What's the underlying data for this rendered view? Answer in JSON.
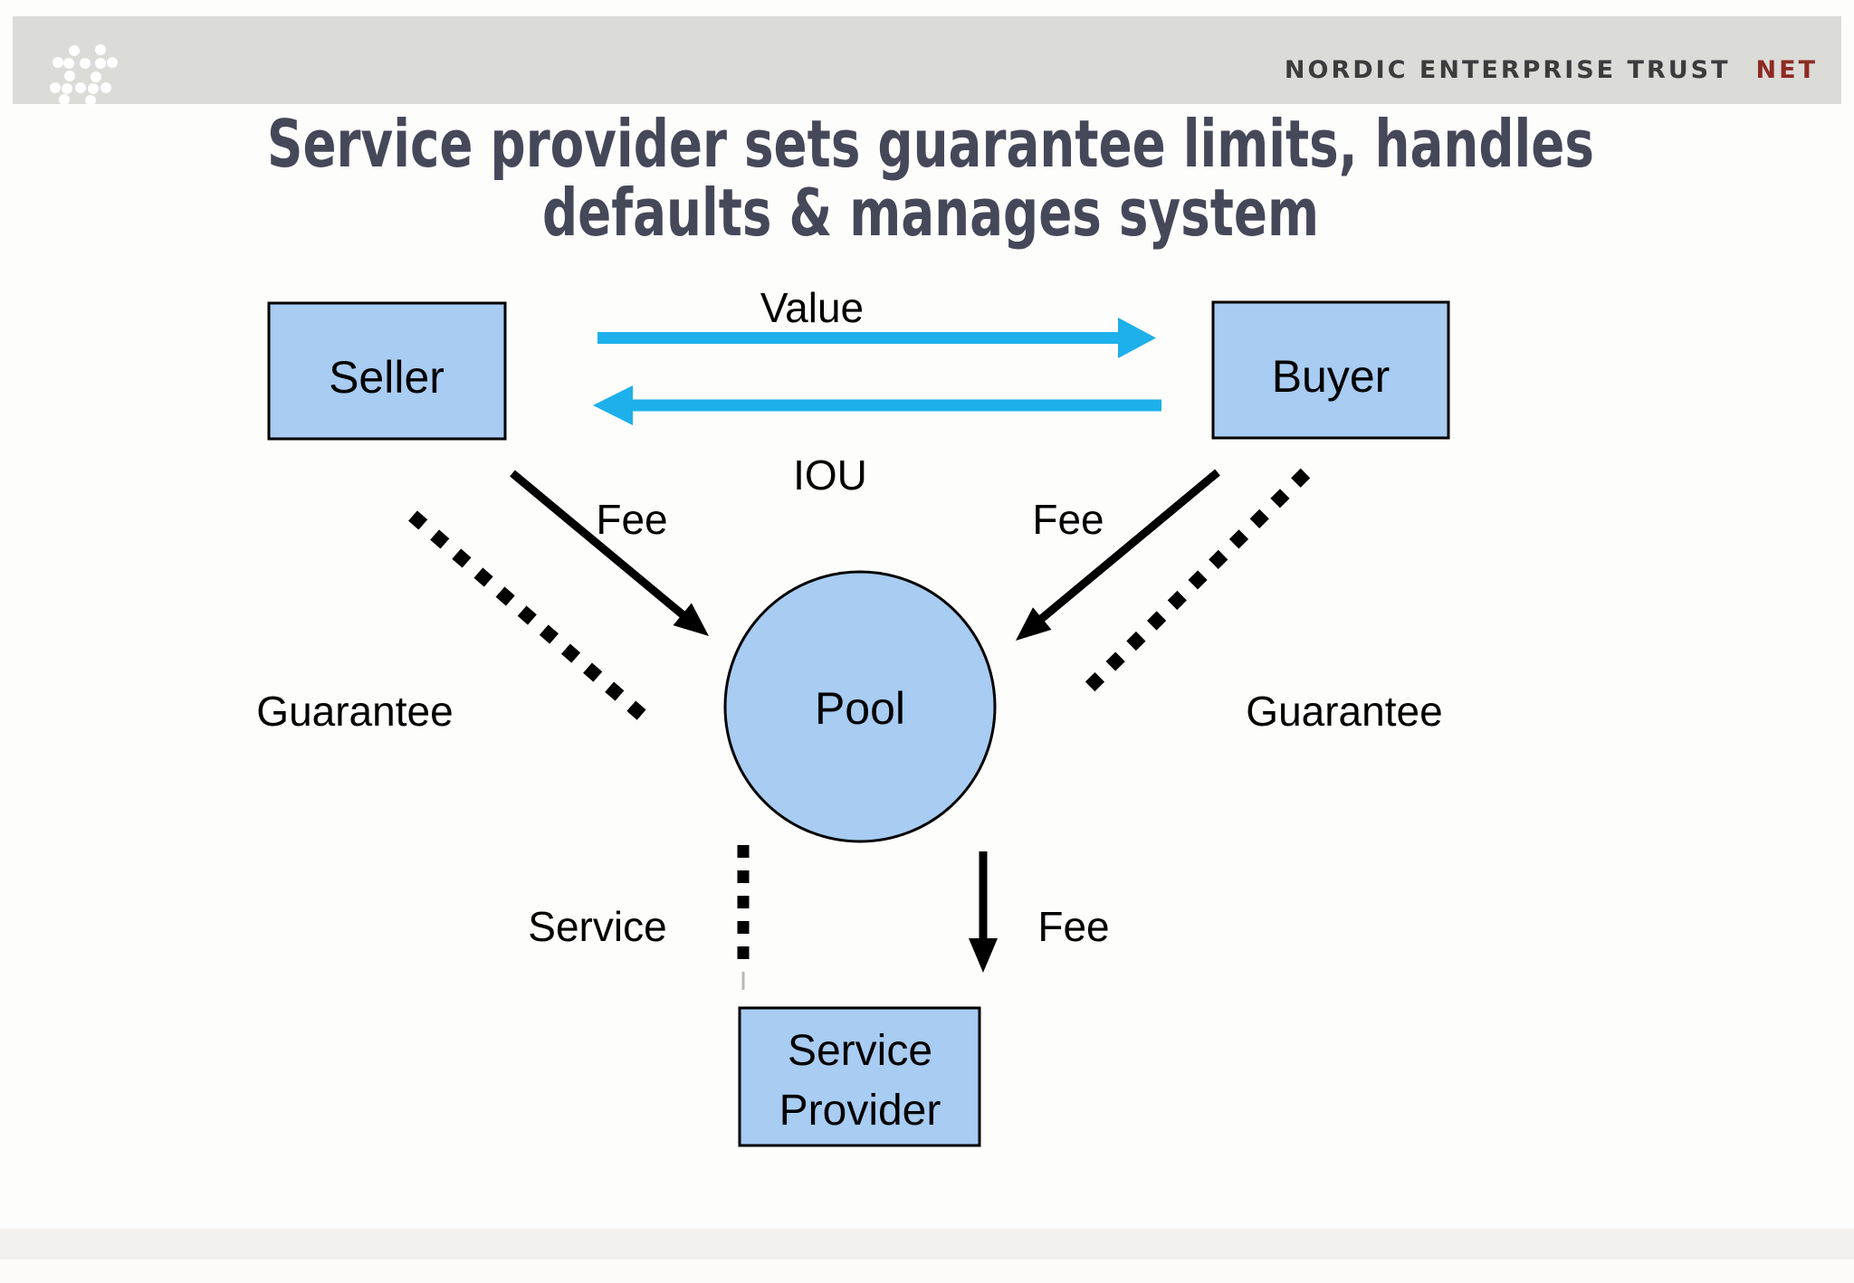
{
  "header": {
    "brand": "NORDIC ENTERPRISE TRUST",
    "brand_suffix": "NET"
  },
  "title": {
    "line1": "Service provider sets guarantee limits, handles",
    "line2": "defaults & manages system"
  },
  "diagram": {
    "nodes": {
      "seller": "Seller",
      "buyer": "Buyer",
      "pool": "Pool",
      "service_provider_line1": "Service",
      "service_provider_line2": "Provider"
    },
    "labels": {
      "value": "Value",
      "iou": "IOU",
      "fee_seller": "Fee",
      "fee_buyer": "Fee",
      "fee_service": "Fee",
      "guarantee_left": "Guarantee",
      "guarantee_right": "Guarantee",
      "service": "Service"
    }
  },
  "colors": {
    "header_bg": "#dbdbd8",
    "brand_text": "#3c3c3c",
    "brand_net": "#8d2b22",
    "title_text": "#454859",
    "node_fill": "#a8ccf2",
    "node_stroke": "#000000",
    "flow_arrow_blue": "#1db0ea",
    "black_arrow": "#000000",
    "footer_bg": "#f3efec"
  }
}
